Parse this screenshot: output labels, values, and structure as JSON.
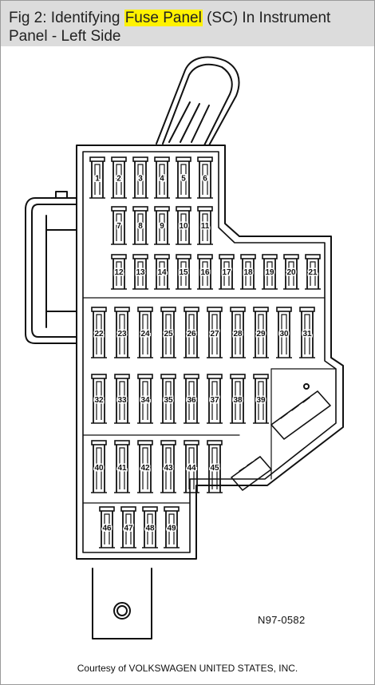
{
  "header": {
    "title_before": "Fig 2: Identifying ",
    "title_highlight": "Fuse Panel",
    "title_after": " (SC) In Instrument Panel - Left Side",
    "highlight_color": "#fff200",
    "background": "#dcdcdc"
  },
  "diagram": {
    "fuses": [
      {
        "label": "1"
      },
      {
        "label": "2"
      },
      {
        "label": "3"
      },
      {
        "label": "4"
      },
      {
        "label": "5"
      },
      {
        "label": "6"
      },
      {
        "label": "7"
      },
      {
        "label": "8"
      },
      {
        "label": "9"
      },
      {
        "label": "10"
      },
      {
        "label": "11"
      },
      {
        "label": "12"
      },
      {
        "label": "13"
      },
      {
        "label": "14"
      },
      {
        "label": "15"
      },
      {
        "label": "16"
      },
      {
        "label": "17"
      },
      {
        "label": "18"
      },
      {
        "label": "19"
      },
      {
        "label": "20"
      },
      {
        "label": "21"
      },
      {
        "label": "22"
      },
      {
        "label": "23"
      },
      {
        "label": "24"
      },
      {
        "label": "25"
      },
      {
        "label": "26"
      },
      {
        "label": "27"
      },
      {
        "label": "28"
      },
      {
        "label": "29"
      },
      {
        "label": "30"
      },
      {
        "label": "31"
      },
      {
        "label": "32"
      },
      {
        "label": "33"
      },
      {
        "label": "34"
      },
      {
        "label": "35"
      },
      {
        "label": "36"
      },
      {
        "label": "37"
      },
      {
        "label": "38"
      },
      {
        "label": "39"
      },
      {
        "label": "40"
      },
      {
        "label": "41"
      },
      {
        "label": "42"
      },
      {
        "label": "43"
      },
      {
        "label": "44"
      },
      {
        "label": "45"
      },
      {
        "label": "46"
      },
      {
        "label": "47"
      },
      {
        "label": "48"
      },
      {
        "label": "49"
      }
    ],
    "code": "N97-0582"
  },
  "footer": {
    "credit": "Courtesy of VOLKSWAGEN UNITED STATES, INC."
  }
}
